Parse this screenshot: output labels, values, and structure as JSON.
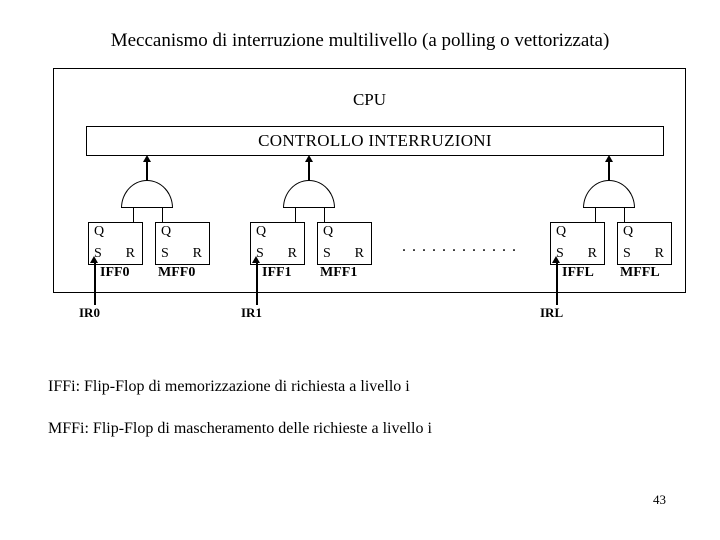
{
  "slide": {
    "title": "Meccanismo di interruzione multilivello (a polling o vettorizzata)",
    "page_number": "43"
  },
  "cpu": {
    "label": "CPU",
    "control_unit_label": "CONTROLLO INTERRUZIONI"
  },
  "flipflop": {
    "q_label": "Q",
    "s_label": "S",
    "r_label": "R"
  },
  "levels": [
    {
      "id": "level-0",
      "request_ff": "IFF0",
      "mask_ff": "MFF0",
      "interrupt_request": "IR0"
    },
    {
      "id": "level-1",
      "request_ff": "IFF1",
      "mask_ff": "MFF1",
      "interrupt_request": "IR1"
    },
    {
      "id": "level-L",
      "request_ff": "IFFL",
      "mask_ff": "MFFL",
      "interrupt_request": "IRL"
    }
  ],
  "ellipsis": ". . .  . . .  . . .  . . .",
  "legend": {
    "iff": "IFFi: Flip-Flop di memorizzazione di richiesta a livello i",
    "mff": "MFFi: Flip-Flop di mascheramento delle richieste a livello i"
  },
  "colors": {
    "ink": "#000000",
    "background": "#ffffff"
  }
}
